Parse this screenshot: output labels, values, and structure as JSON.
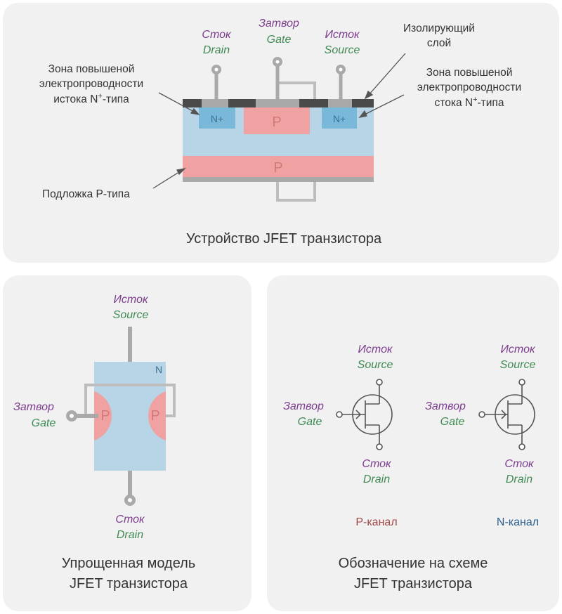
{
  "colors": {
    "panel_bg": "#f1f1f1",
    "n_region": "#b7d5e6",
    "n_plus": "#79b8d9",
    "p_region": "#f0a2a2",
    "metal": "#a9a9a9",
    "insulator": "#4a4a4a",
    "russian_text": "#7d3d8e",
    "english_text": "#3f8a53",
    "p_channel_text": "#a04a4a",
    "n_channel_text": "#2e5f8e"
  },
  "top": {
    "drain_ru": "Сток",
    "drain_en": "Drain",
    "gate_ru": "Затвор",
    "gate_en": "Gate",
    "source_ru": "Исток",
    "source_en": "Source",
    "insulator_l1": "Изолирующий",
    "insulator_l2": "слой",
    "zone_left_l1": "Зона  повышеной",
    "zone_left_l2": "электропроводности",
    "zone_left_l3": "истока N",
    "zone_left_sup": "+",
    "zone_left_tail": "-типа",
    "zone_right_l1": "Зона  повышеной",
    "zone_right_l2": "электропроводности",
    "zone_right_l3": "стока N",
    "zone_right_sup": "+",
    "zone_right_tail": "-типа",
    "substrate": "Подложка P-типа",
    "nplus": "N+",
    "p_upper": "P",
    "p_lower": "P",
    "caption": "Устройство JFET транзистора"
  },
  "left": {
    "source_ru": "Исток",
    "source_en": "Source",
    "gate_ru": "Затвор",
    "gate_en": "Gate",
    "drain_ru": "Сток",
    "drain_en": "Drain",
    "n_label": "N",
    "p_left": "P",
    "p_right": "P",
    "caption_l1": "Упрощенная модель",
    "caption_l2": "JFET транзистора"
  },
  "right": {
    "p_symbol": {
      "source_ru": "Исток",
      "source_en": "Source",
      "gate_ru": "Затвор",
      "gate_en": "Gate",
      "drain_ru": "Сток",
      "drain_en": "Drain",
      "channel": "P-канал"
    },
    "n_symbol": {
      "source_ru": "Исток",
      "source_en": "Source",
      "gate_ru": "Затвор",
      "gate_en": "Gate",
      "drain_ru": "Сток",
      "drain_en": "Drain",
      "channel": "N-канал"
    },
    "caption_l1": "Обозначение на схеме",
    "caption_l2": "JFET транзистора"
  }
}
